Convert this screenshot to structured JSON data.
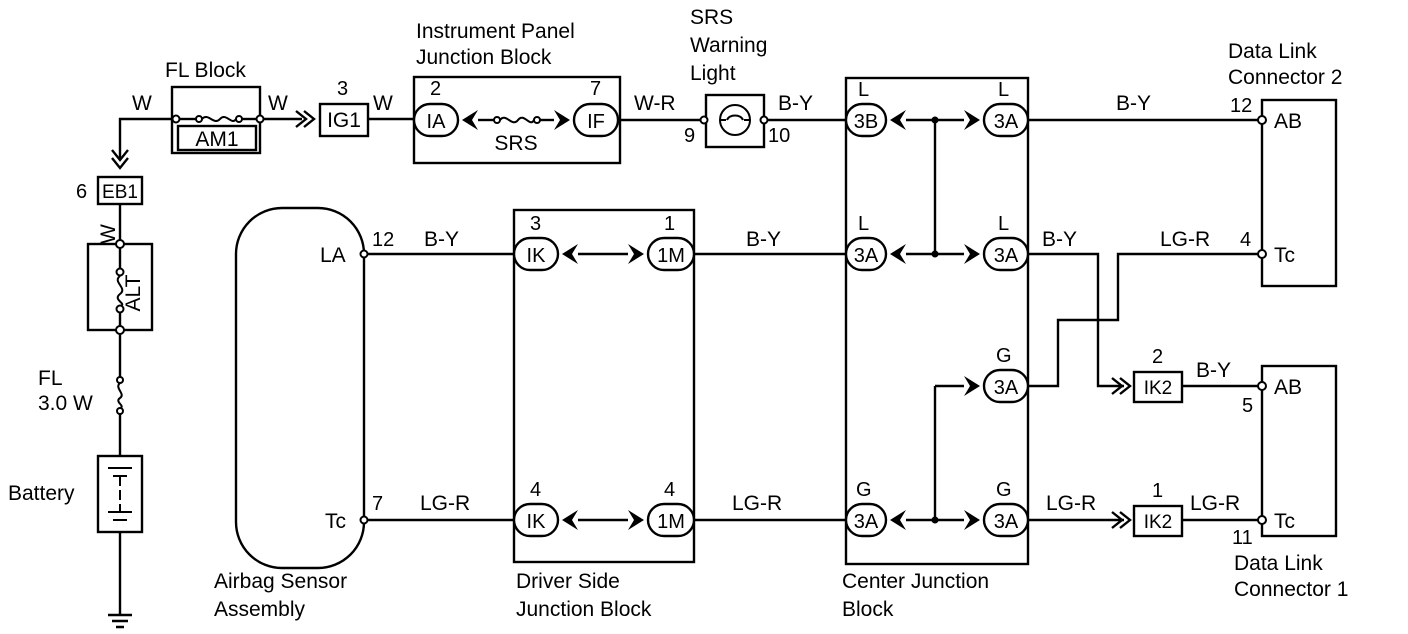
{
  "components": {
    "fl_block": "FL Block",
    "am1": "AM1",
    "ig1": "IG1",
    "ipjb_line1": "Instrument Panel",
    "ipjb_line2": "Junction Block",
    "ipjb_left": "IA",
    "ipjb_right": "IF",
    "srs_fuse": "SRS",
    "srs_light_line1": "SRS",
    "srs_light_line2": "Warning",
    "srs_light_line3": "Light",
    "dlc2_line1": "Data Link",
    "dlc2_line2": "Connector 2",
    "dlc1_line1": "Data Link",
    "dlc1_line2": "Connector 1",
    "eb1": "EB1",
    "alt": "ALT",
    "fl_line1": "FL",
    "fl_line2": "3.0 W",
    "battery": "Battery",
    "airbag_line1": "Airbag Sensor",
    "airbag_line2": "Assembly",
    "dsjb_line1": "Driver Side",
    "dsjb_line2": "Junction Block",
    "cjb_line1": "Center Junction",
    "cjb_line2": "Block",
    "ik": "IK",
    "m1": "1M",
    "c3a": "3A",
    "c3b": "3B",
    "ik2": "IK2"
  },
  "terminals": {
    "la": "LA",
    "tc": "Tc",
    "ab": "AB",
    "cjb_l": "L",
    "cjb_g": "G"
  },
  "wires": {
    "w": "W",
    "wr": "W-R",
    "by": "B-Y",
    "lgr": "LG-R"
  },
  "pins": {
    "p1": "1",
    "p2": "2",
    "p3": "3",
    "p4": "4",
    "p5": "5",
    "p6": "6",
    "p7": "7",
    "p9": "9",
    "p10": "10",
    "p11": "11",
    "p12": "12"
  }
}
